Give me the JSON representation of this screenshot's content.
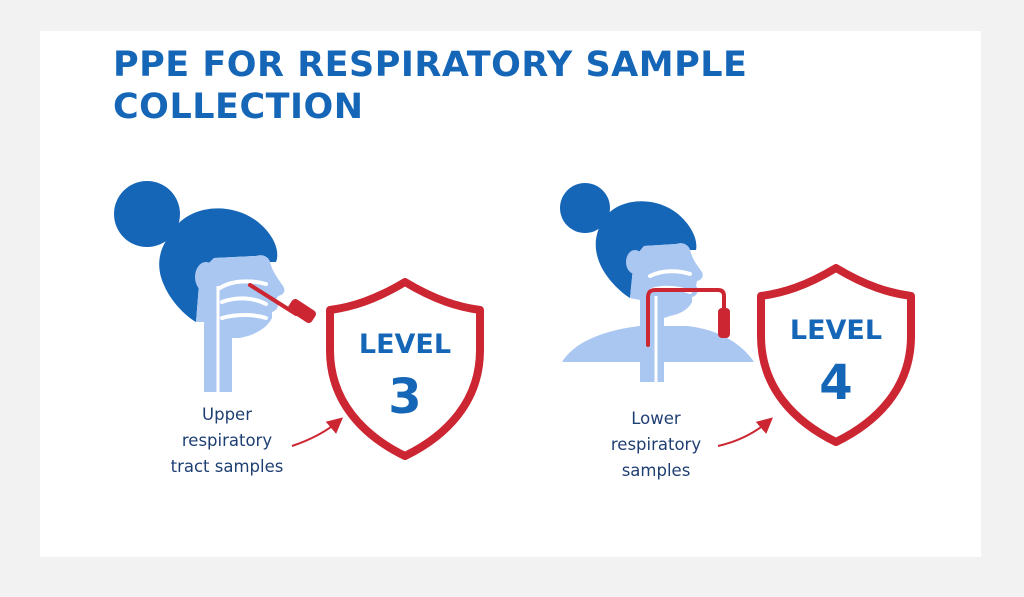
{
  "title": {
    "line1": "PPE FOR RESPIRATORY SAMPLE",
    "line2": "COLLECTION"
  },
  "colors": {
    "title_blue": "#1666b8",
    "hair_blue": "#1666b8",
    "skin_light_blue": "#aac7f2",
    "shield_red": "#cc2632",
    "text_navy": "#1f3f73"
  },
  "panels": [
    {
      "shield_word": "LEVEL",
      "shield_number": "3",
      "caption": [
        "Upper",
        "respiratory",
        "tract samples"
      ],
      "device": "nasal-swab-icon"
    },
    {
      "shield_word": "LEVEL",
      "shield_number": "4",
      "caption": [
        "Lower",
        "respiratory",
        "samples"
      ],
      "device": "suction-catheter-icon"
    }
  ]
}
